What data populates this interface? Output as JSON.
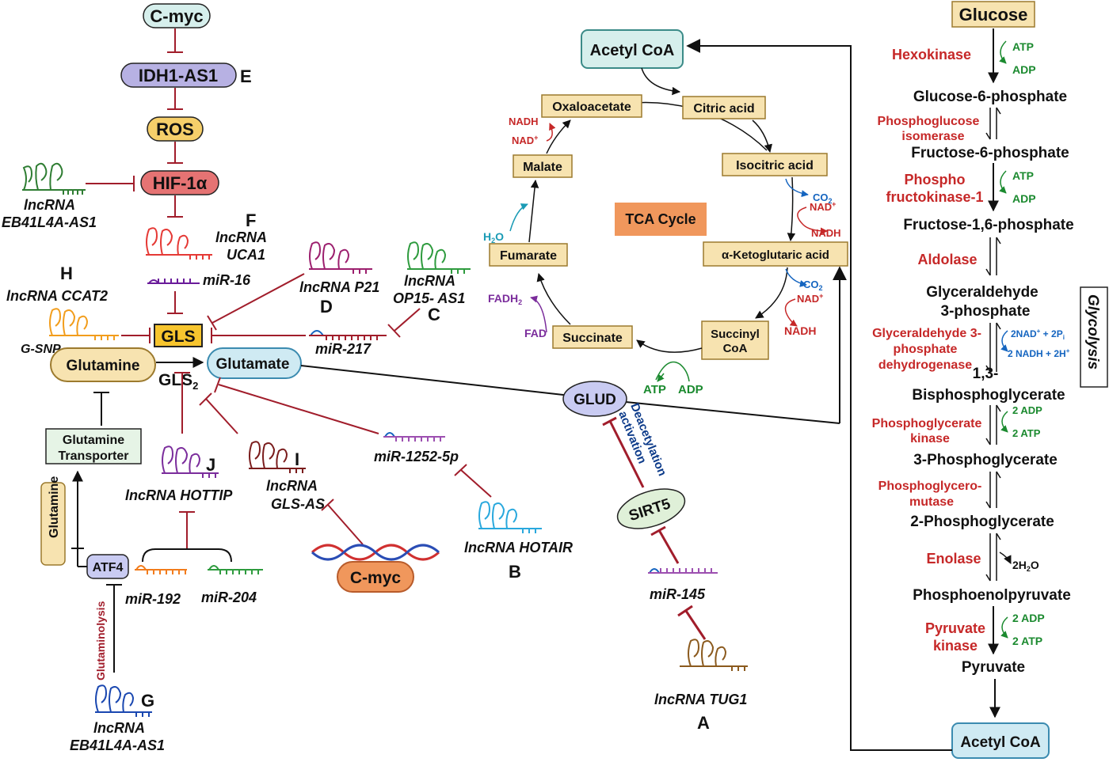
{
  "colors": {
    "inhibit": "#a11d2b",
    "enzyme_text": "#c62828",
    "energy_text": "#1b8a2f",
    "nad_text": "#1565c0",
    "tca_box": "#f7e3b0",
    "tca_border": "#9c7a2e",
    "acetyl_box": "#d6efec",
    "tca_cycle_box": "#f0975c"
  },
  "upstream": {
    "cmyc": "C-myc",
    "idh1": "IDH1-AS1",
    "label_e": "E",
    "ros": "ROS",
    "hif": "HIF-1α",
    "lnc_eb41": "lncRNA\nEB41L4A-AS1",
    "label_f": "F",
    "lnc_uca1": "lncRNA\nUCA1",
    "mir16": "miR-16",
    "label_h": "H",
    "lnc_ccat2": "lncRNA CCAT2",
    "gsnp": "G-SNP",
    "gls": "GLS",
    "lnc_p21": "lncRNA P21",
    "lnc_op15": "lncRNA\nOP15- AS1",
    "label_d": "D",
    "label_c": "C",
    "mir217": "miR-217",
    "glutamine": "Glutamine",
    "gls2": "GLS",
    "gls2_sub": "2",
    "glutamate": "Glutamate",
    "transporter": "Glutamine\nTransporter",
    "glutamine_vert": "Glutamine",
    "atf4": "ATF4",
    "glutaminolysis": "Glutaminolysis",
    "label_g": "G",
    "lnc_eb41_g": "lncRNA\nEB41L4A-AS1",
    "lnc_hottip": "lncRNA HOTTIP",
    "label_j": "J",
    "mir192": "miR-192",
    "mir204": "miR-204",
    "lnc_glsas": "lncRNA\nGLS-AS",
    "label_i": "I",
    "cmyc2": "C-myc",
    "mir1252": "miR-1252-5p",
    "lnc_hotair": "lncRNA HOTAIR",
    "label_b": "B",
    "glud": "GLUD",
    "sirt5": "SIRT5",
    "deacetylation": "Deacetylation\nactivation",
    "mir145": "miR-145",
    "lnc_tug1": "lncRNA TUG1",
    "label_a": "A"
  },
  "tca": {
    "acetyl_coa": "Acetyl CoA",
    "oxaloacetate": "Oxaloacetate",
    "citric_acid": "Citric acid",
    "isocitric": "Isocitric acid",
    "akg": "α-Ketoglutaric acid",
    "succinyl": "Succinyl\nCoA",
    "succinate": "Succinate",
    "fumarate": "Fumarate",
    "malate": "Malate",
    "cycle_label": "TCA Cycle",
    "nadh_top": "NADH",
    "nad_top": "NAD",
    "h2o": "H",
    "fadh2": "FADH",
    "fad": "FAD",
    "co2_1": "CO",
    "nad_1": "NAD",
    "nadh_1": "NADH",
    "co2_2": "CO",
    "nad_2": "NAD",
    "nadh_2": "NADH",
    "atp": "ATP",
    "adp": "ADP"
  },
  "glycolysis": {
    "title": "Glycolysis",
    "glucose": "Glucose",
    "steps": [
      "Glucose-6-phosphate",
      "Fructose-6-phosphate",
      "Fructose-1,6-phosphate",
      "Glyceraldehyde\n3-phosphate",
      "1,3-\nBisphosphoglycerate",
      "3-Phosphoglycerate",
      "2-Phosphoglycerate",
      "Phosphoenolpyruvate",
      "Pyruvate"
    ],
    "enzymes": [
      "Hexokinase",
      "Phosphoglucose\nisomerase",
      "Phospho\nfructokinase-1",
      "Aldolase",
      "Glyceraldehyde 3-\nphosphate\ndehydrogenase",
      "Phosphoglycerate\nkinase",
      "Phosphoglycero-\nmutase",
      "Enolase",
      "Pyruvate\nkinase"
    ],
    "atp1": "ATP",
    "adp1": "ADP",
    "atp2": "ATP",
    "adp2": "ADP",
    "nad_in": "2NAD",
    "nadh_out": "2 NADH + 2H",
    "adp3": "2 ADP",
    "atp3": "2 ATP",
    "h2o": "2H",
    "adp4": "2 ADP",
    "atp4": "2 ATP",
    "acetyl_coa": "Acetyl CoA"
  }
}
